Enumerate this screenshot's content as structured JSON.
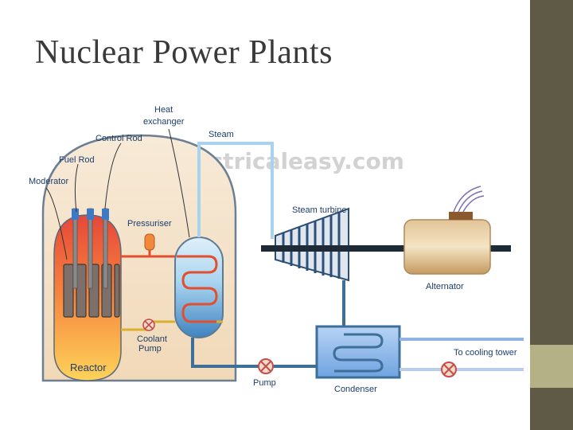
{
  "slide": {
    "title": "Nuclear Power Plants"
  },
  "watermark": "electricaleasy.com",
  "labels": {
    "heat_exchanger_line1": "Heat",
    "heat_exchanger_line2": "exchanger",
    "control_rod": "Control Rod",
    "fuel_rod": "Fuel Rod",
    "moderator": "Moderator",
    "steam": "Steam",
    "pressuriser": "Pressuriser",
    "steam_turbine": "Steam turbine",
    "alternator": "Alternator",
    "coolant_pump_line1": "Coolant",
    "coolant_pump_line2": "Pump",
    "reactor": "Reactor",
    "pump": "Pump",
    "condenser": "Condenser",
    "to_cooling_tower": "To cooling tower"
  },
  "colors": {
    "sidebar_dark": "#5f5a46",
    "sidebar_light": "#b5b186",
    "label_text": "#1e3d6b",
    "water_pipe": "#3d6f99",
    "steam_pipe": "#a9d2ee",
    "coolant_pipe": "#d9b030",
    "hot_pipe": "#e05030"
  }
}
